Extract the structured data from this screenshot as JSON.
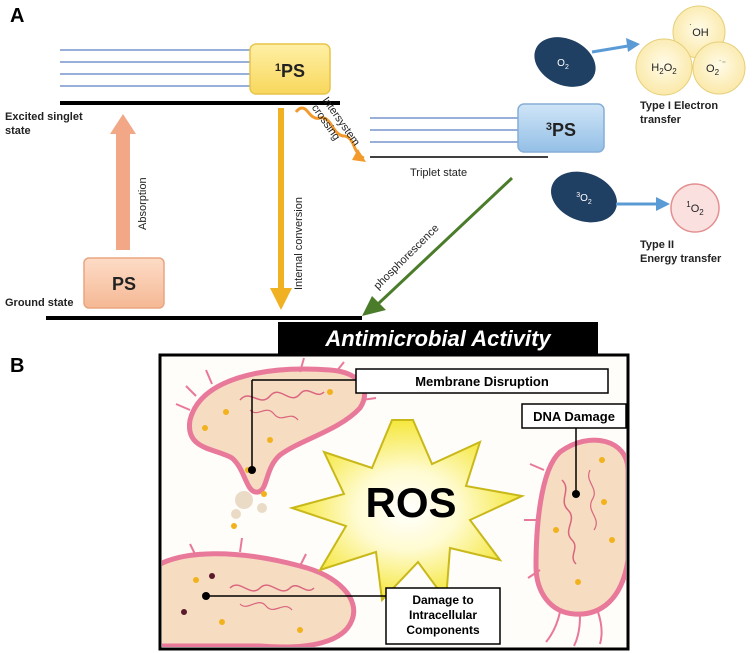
{
  "panel_a": {
    "label": "A",
    "excited_singlet_label": "Excited singlet\nstate",
    "ground_state_label": "Ground state",
    "triplet_state_label": "Triplet state",
    "ps_ground": "PS",
    "ps_singlet_sup": "1",
    "ps_singlet_main": "PS",
    "ps_triplet_sup": "3",
    "ps_triplet_main": "PS",
    "absorption": "Absorption",
    "internal_conversion": "Internal conversion",
    "intersystem_crossing": "Intersystem\ncrossing",
    "phosphorescence": "phosphorescence",
    "o2_label": "O2",
    "o2_triplet_label": "3O2",
    "oh_radical": "˙OH",
    "h2o2": "H2O2",
    "superoxide": "O2˙⁻",
    "singlet_oxygen": "1O2",
    "type1_label": "Type I Electron\ntransfer",
    "type2_label": "Type II\nEnergy transfer",
    "colors": {
      "navy_oxygen": "#1f3f63",
      "absorption_arrow": "#f2a787",
      "conversion_arrow": "#f0b122",
      "isc_wave": "#f39a2c",
      "phosphorescence_arrow": "#4a7c2a",
      "triplet_box": "#a9cdea",
      "singlet_box": "#fce37b",
      "ground_box": "#f9c5a6"
    }
  },
  "panel_b": {
    "label": "B",
    "banner": "Antimicrobial Activity",
    "ros": "ROS",
    "membrane": "Membrane Disruption",
    "dna": "DNA Damage",
    "intracellular": "Damage to\nIntracellular\nComponents"
  }
}
